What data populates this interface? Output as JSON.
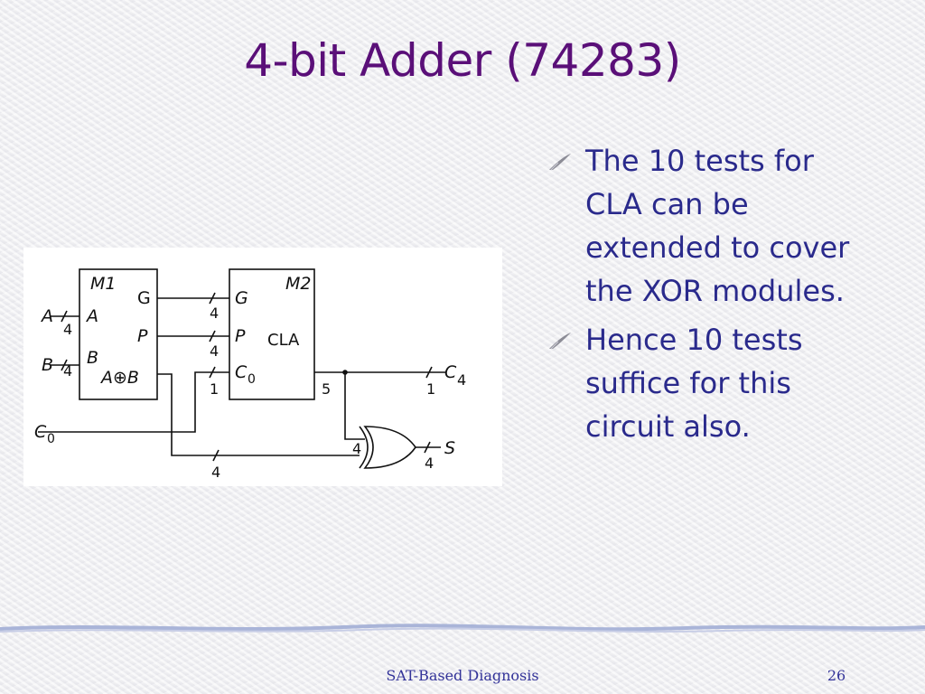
{
  "slide": {
    "title": "4-bit Adder (74283)",
    "bullets": [
      "The 10 tests for CLA can be extended to cover the XOR modules.",
      "Hence 10 tests suffice for this circuit also."
    ],
    "footer": "SAT-Based Diagnosis",
    "page_number": "26"
  },
  "diagram": {
    "m1_name": "M1",
    "m1_g": "G",
    "m1_p": "P",
    "m1_a": "A",
    "m1_b": "B",
    "m1_func": "A⊕B",
    "m2_name": "M2",
    "m2_g": "G",
    "m2_p": "P",
    "m2_c0": "C",
    "m2_c0_sub": "0",
    "m2_func": "CLA",
    "in_a": "A",
    "in_a_width": "4",
    "in_b": "B",
    "in_b_width": "4",
    "in_c0": "C",
    "in_c0_sub": "0",
    "g_width": "4",
    "p_width": "4",
    "c0_width": "1",
    "m2_out_width": "5",
    "out_c4": "C",
    "out_c4_sub": "4",
    "out_c4_width": "1",
    "xor_in_width": "4",
    "xor_bottom_width": "4",
    "out_s": "S",
    "out_s_width": "4"
  },
  "colors": {
    "title": "#5a0f78",
    "bullet_text": "#2a2a8c",
    "footer_text": "#333399",
    "footer_rule": "#a9b4d8"
  }
}
